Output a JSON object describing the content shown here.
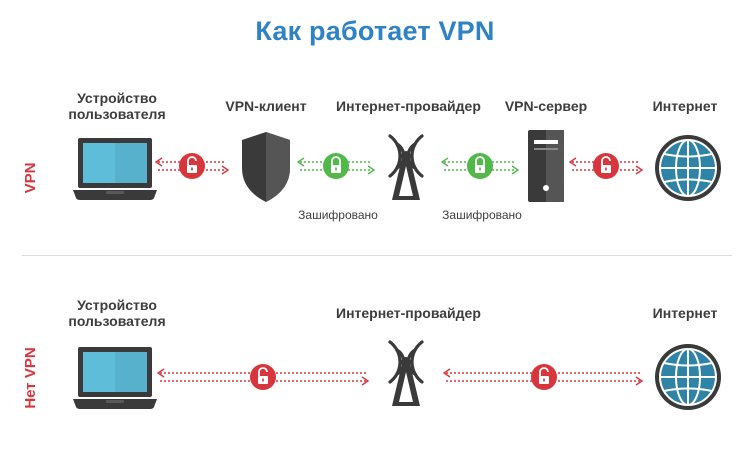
{
  "title": "Как работает VPN",
  "vpn_section": {
    "side_label": "VPN",
    "nodes": {
      "device": "Устройство\nпользователя",
      "vpn_client": "VPN-клиент",
      "isp": "Интернет-провайдер",
      "vpn_server": "VPN-сервер",
      "internet": "Интернет"
    },
    "encrypted_label_1": "Зашифровано",
    "encrypted_label_2": "Зашифровано"
  },
  "novpn_section": {
    "side_label": "Нет VPN",
    "nodes": {
      "device": "Устройство\nпользователя",
      "isp": "Интернет-провайдер",
      "internet": "Интернет"
    }
  },
  "colors": {
    "title": "#2f82c4",
    "side_label": "#d8353c",
    "unsecured": "#d8353c",
    "secured": "#52b84a",
    "screen": "#5ebdd8",
    "dark": "#3a3a3a",
    "globe": "#2e83a6"
  }
}
